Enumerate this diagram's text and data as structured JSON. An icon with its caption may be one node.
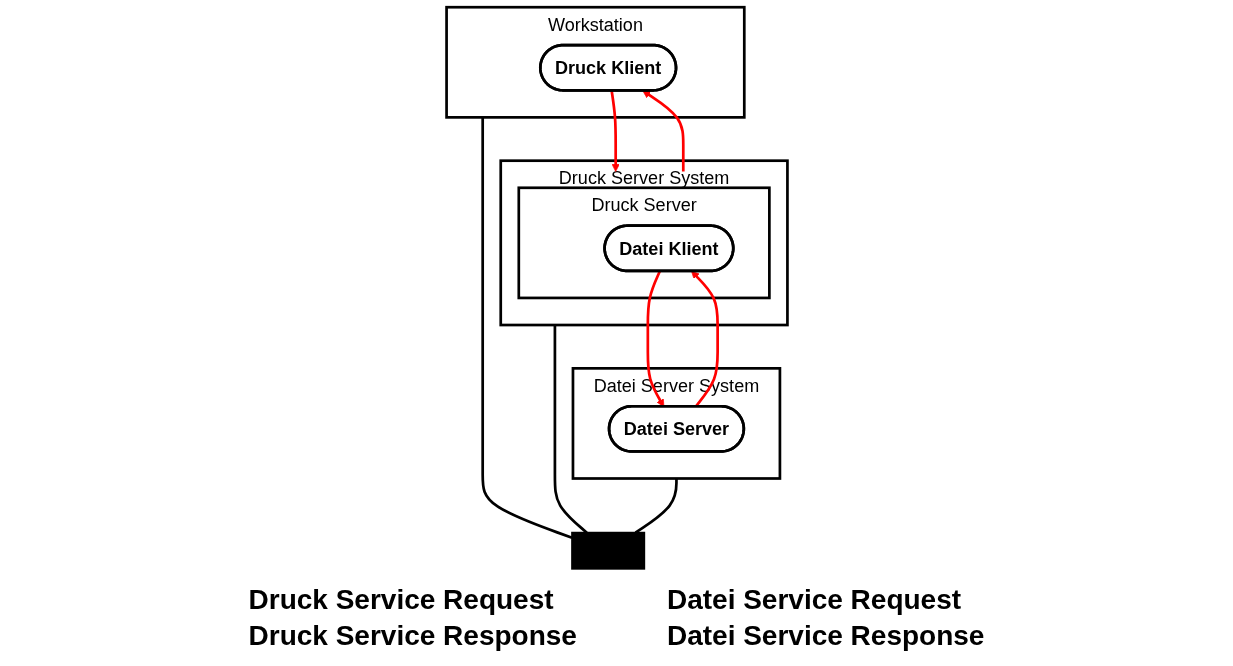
{
  "diagram": {
    "nodes": [
      {
        "text": [
          "Workstation"
        ]
      },
      {
        "text": [
          "Druck Klient"
        ],
        "in": 0
      },
      {
        "text": [
          "Druck Server System"
        ]
      },
      {
        "text": [
          "Druck Server"
        ],
        "in": 2
      },
      {
        "text": [
          "Datei Klient"
        ],
        "in": 3
      },
      {
        "text": [
          "Datei Server System"
        ]
      },
      {
        "text": [
          "Datei Server"
        ],
        "in": 5
      },
      {
        "text": [],
        "shape": "bar"
      }
    ],
    "edges": [
      {
        "from": 1,
        "to": 3,
        "arrow": "to",
        "color": "#ff0000"
      },
      {
        "from": 3,
        "to": 1,
        "arrow": "to",
        "color": "#ff0000"
      },
      {
        "from": 4,
        "to": 6,
        "arrow": "to",
        "color": "#ff0000"
      },
      {
        "from": 6,
        "to": 4,
        "arrow": "to",
        "color": "#ff0000"
      },
      {
        "from": 0,
        "to": 7,
        "arrow": "none",
        "color": "#000000"
      },
      {
        "from": 2,
        "to": 7,
        "arrow": "none",
        "color": "#000000"
      },
      {
        "from": 5,
        "to": 7,
        "arrow": "none",
        "color": "#000000"
      }
    ],
    "labels": [
      "Druck Service Request",
      "Datei Service Request",
      "Druck Service Response",
      "Datei Service Response"
    ]
  }
}
